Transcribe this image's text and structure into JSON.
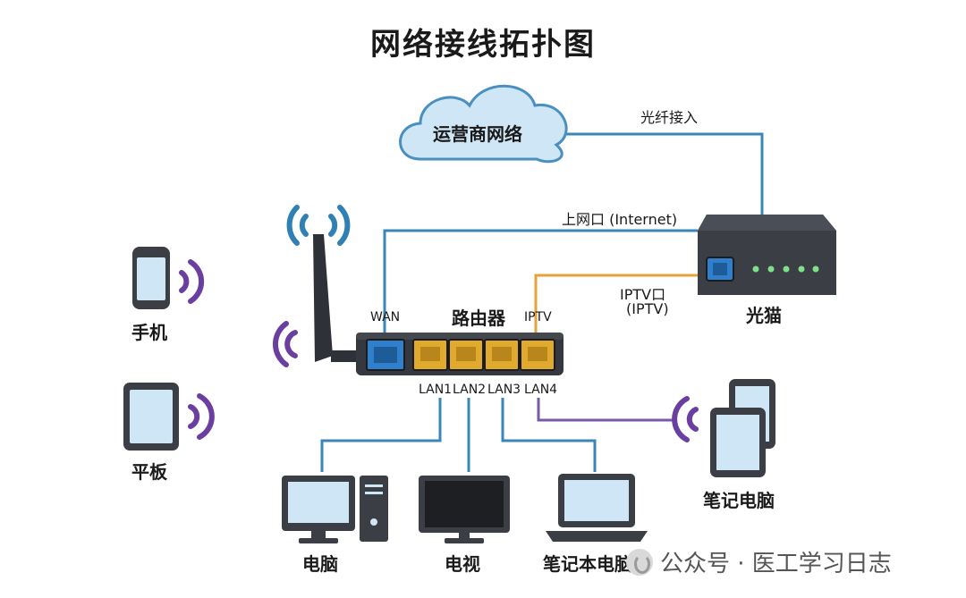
{
  "title": "网络接线拓扑图",
  "nodes": {
    "isp": "运营商网络",
    "modem": "光猫",
    "router": "路由器",
    "phone": "手机",
    "tablet": "平板",
    "pc": "电脑",
    "tv": "电视",
    "laptop": "笔记本电脑",
    "laptop_wifi": "笔记电脑"
  },
  "links": {
    "fiber": "光纤接入",
    "uplink": "上网口 (Internet)",
    "iptv_port": "IPTV口",
    "iptv_sub": "(IPTV)"
  },
  "ports": {
    "wan": "WAN",
    "iptv": "IPTV",
    "lan1": "LAN1",
    "lan2": "LAN2",
    "lan3": "LAN3",
    "lan4": "LAN4"
  },
  "watermark": "公众号 · 医工学习日志",
  "colors": {
    "wire_blue": "#3a86b8",
    "wire_orange": "#e3a23a",
    "wire_purple": "#7a5aa8",
    "wifi_blue": "#2f80b5",
    "wifi_purple": "#6b3fa0",
    "cloud": "#cfe6f7",
    "device_dark": "#3b3e45",
    "lan_gold": "#e0aa2e",
    "wan_blue": "#2f7fcc",
    "led_green": "#7fe08a"
  }
}
